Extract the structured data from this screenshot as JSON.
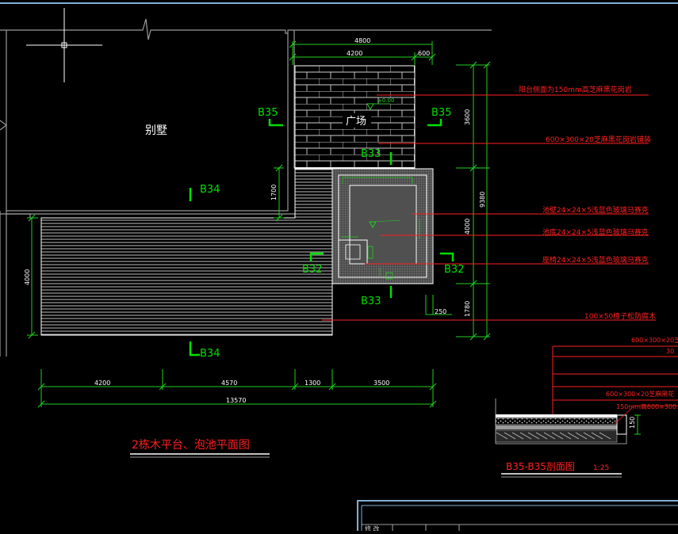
{
  "colors": {
    "background": "#000000",
    "wall": "#9a9a9a",
    "plan_line": "#ffffff",
    "dimension": "#20d020",
    "section_marker": "#00e000",
    "leader": "#ff2020",
    "title_block": "#7fb0d8"
  },
  "labels": {
    "villa": "别墅",
    "plaza": "广场"
  },
  "dimensions": {
    "top_total": "4800",
    "top_left": "4200",
    "top_right": "600",
    "right_1": "3600",
    "right_2": "9380",
    "right_3": "4000",
    "right_4": "1780",
    "right_5": "250",
    "left_deck": "4000",
    "mid_1700": "1700",
    "bottom_1": "4200",
    "bottom_2": "4570",
    "bottom_3": "1300",
    "bottom_4": "3500",
    "bottom_total": "13570"
  },
  "levels": {
    "plaza_level": "±0.00"
  },
  "section_markers": {
    "b35": "B35",
    "b34": "B34",
    "b33": "B33",
    "b32": "B32"
  },
  "annotations": {
    "a1": "阳台侧面为150mm高芝麻黑花岗岩",
    "a2": "600×300×20芝麻黑花岗岩铺装",
    "a3": "池壁24×24×5浅蓝色玻璃马赛克",
    "a4": "池底24×24×5浅蓝色玻璃马赛克",
    "a5": "座椅24×24×5浅蓝色玻璃马赛克",
    "a6": "100×50樟子松防腐木"
  },
  "titles": {
    "plan_title": "2栋木平台、泡池平面图",
    "section_title": "B35-B35剖面图",
    "section_scale": "1:25"
  },
  "section_detail": {
    "t1": "600×300×20芝",
    "t2": "30",
    "t3": "600×300×20芝麻黑花",
    "t4": "150mm高600×300×",
    "dim": "150"
  },
  "title_block": {
    "cell": "修 改"
  }
}
